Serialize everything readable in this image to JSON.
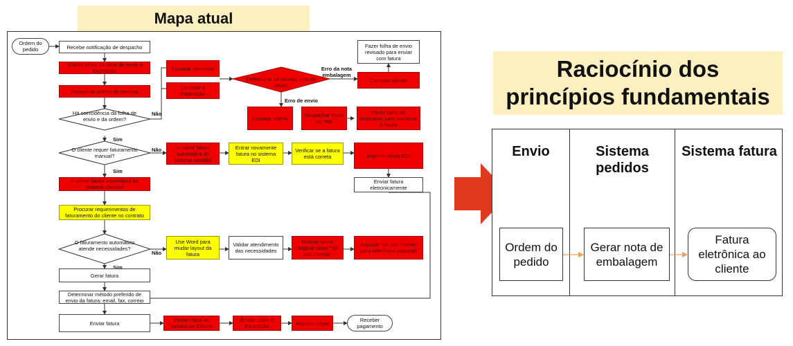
{
  "left_title": "Mapa atual",
  "right_title_line1": "Raciocínio dos",
  "right_title_line2": "princípios fundamentais",
  "flow": {
    "ordem": "Ordem do pedido",
    "recebe": "Recebe notificação de despacho",
    "solicita": "Solicita cópia da folha de envio à Expedição",
    "recuperar": "Recuperar ordem do sistema",
    "contatar_vendedor": "Contatar vendedor",
    "contatar_expedicao": "Contatar a Expedição",
    "determinar_erro": "Determinar se ocorreu erro de envio",
    "erro_nota": "Erro da nota embalagem",
    "erro_envio": "Erro de envio",
    "fazer_folha": "Fazer folha de envio revisado para enviar com fatura",
    "contatar_cliente1": "Contatar cliente",
    "contatar_cliente2": "Contatar cliente",
    "despachar": "Despachar envio correto",
    "carta": "Fazer carta de desculpas para adicionar à fatura",
    "coincidencia": "Há coincidência da folha de envio e da ordem?",
    "cliente_requer": "O cliente requer faturamento manual?",
    "imprimir_auto": "Imprimir fatura automática do sistema contábil",
    "entrar_edi": "Entrar novamente fatura no sistema EDI",
    "verificar": "Verificar se a fatura está correta",
    "imprimir_edi": "Imprimir fatura EDI",
    "enviar_eletr": "Enviar fatura eletronicamente",
    "imprimir_auto2": "Imprimir fatura automática do sistema contábil",
    "procurar": "Procurar requerimentos de faturamento do cliente no contrato",
    "faturamento_auto": "O faturamento automático atende necessidades?",
    "usar_word": "Use Word para mudar layout da fatura",
    "validar": "Validar atendimento das necessidades",
    "rotular": "Rotular fatura original como \"Só uso interno\"",
    "arquivar_interno": "Arquivar \"só uso interno\" para referência posterior",
    "gerar": "Gerar fatura",
    "determinar_metodo": "Determinar método preferido de envio da fatura: email, fax, correio",
    "enviar": "Enviar fatura",
    "copia_servico": "Enviar cópia ao Serviço ao Cliente",
    "copia_exped": "Enviar cópia à Expedição",
    "arquivar": "Arquivar cópia",
    "receber": "Receber pagamento",
    "nao": "Não",
    "sim": "Sim"
  },
  "lanes": {
    "headers": [
      "Envio",
      "Sistema pedidos",
      "Sistema fatura"
    ],
    "boxes": [
      "Ordem do pedido",
      "Gerar nota de embalagem",
      "Fatura eletrônica ao cliente"
    ]
  },
  "colors": {
    "red": "#ee0000",
    "yellow": "#ffff00",
    "banner": "#fcefc0",
    "arrow": "#e03a1e",
    "connector": "#f0a060"
  }
}
